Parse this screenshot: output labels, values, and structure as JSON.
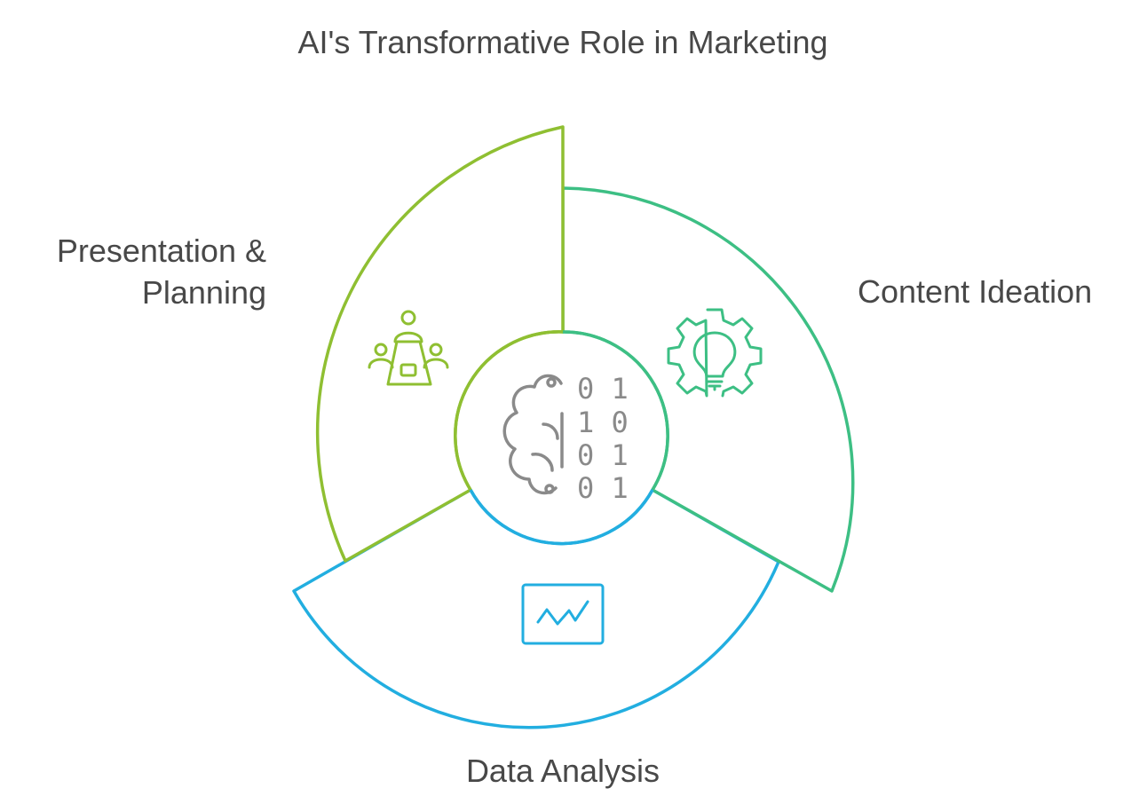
{
  "title": "AI's Transformative Role in Marketing",
  "center": {
    "icon": "brain-binary-icon",
    "digits": [
      "0 1",
      "1 0",
      "0 1",
      "0 1"
    ],
    "color": "#8a8a8a"
  },
  "segments": [
    {
      "label_lines": [
        "Content Ideation"
      ],
      "icon": "lightbulb-gear-icon",
      "color": "#3dbf84"
    },
    {
      "label_lines": [
        "Data Analysis"
      ],
      "icon": "line-chart-monitor-icon",
      "color": "#22aee0"
    },
    {
      "label_lines": [
        "Presentation &",
        "Planning"
      ],
      "icon": "meeting-table-icon",
      "color": "#8fbf32"
    }
  ]
}
